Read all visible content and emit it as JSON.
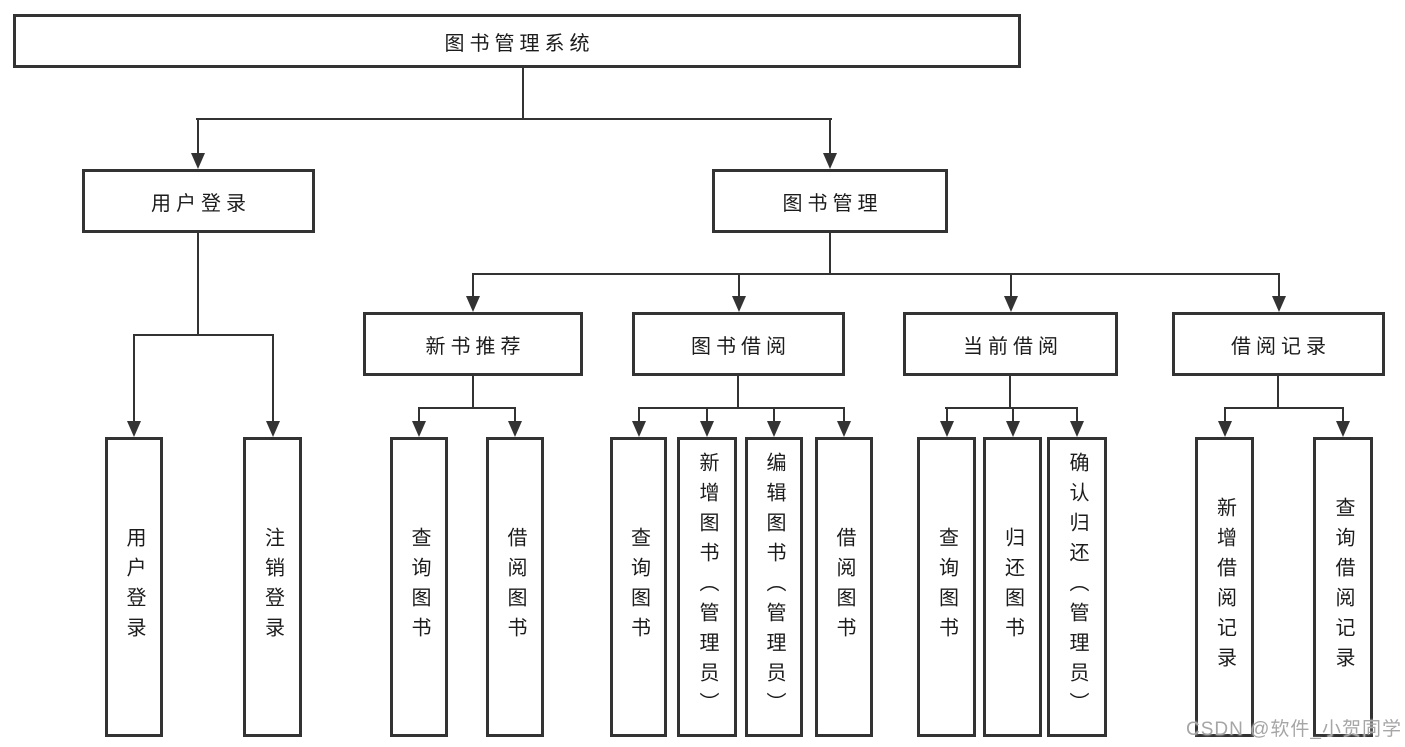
{
  "tree": {
    "label": "图书管理系统",
    "children": [
      {
        "label": "用户登录",
        "children": [
          {
            "label": "用户登录"
          },
          {
            "label": "注销登录"
          }
        ]
      },
      {
        "label": "图书管理",
        "children": [
          {
            "label": "新书推荐",
            "children": [
              {
                "label": "查询图书"
              },
              {
                "label": "借阅图书"
              }
            ]
          },
          {
            "label": "图书借阅",
            "children": [
              {
                "label": "查询图书"
              },
              {
                "label": "新增图书（管理员）"
              },
              {
                "label": "编辑图书（管理员）"
              },
              {
                "label": "借阅图书"
              }
            ]
          },
          {
            "label": "当前借阅",
            "children": [
              {
                "label": "查询图书"
              },
              {
                "label": "归还图书"
              },
              {
                "label": "确认归还（管理员）"
              }
            ]
          },
          {
            "label": "借阅记录",
            "children": [
              {
                "label": "新增借阅记录"
              },
              {
                "label": "查询借阅记录"
              }
            ]
          }
        ]
      }
    ]
  },
  "watermark": {
    "text": "CSDN @软件_小贺同学"
  },
  "colors": {
    "line": "#333333",
    "text": "#1c1c1c",
    "watermark": "#a6a6a6"
  }
}
